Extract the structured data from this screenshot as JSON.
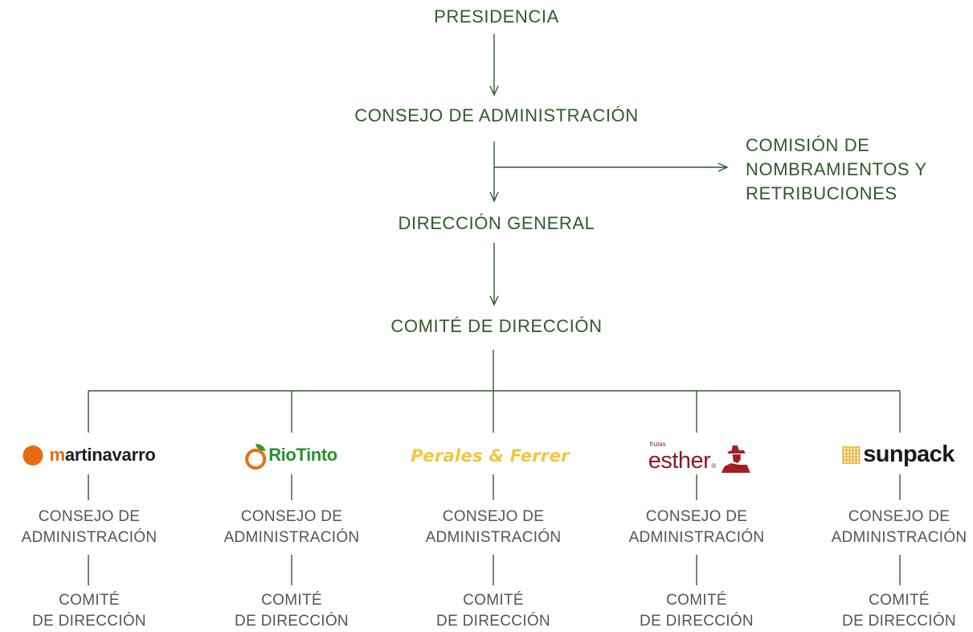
{
  "chart": {
    "presidencia": "PRESIDENCIA",
    "consejo": "CONSEJO DE ADMINISTRACIÓN",
    "comision": [
      "COMISIÓN DE",
      "NOMBRAMIENTOS Y",
      "RETRIBUCIONES"
    ],
    "direccion_general": "DIRECCIÓN GENERAL",
    "comite": "COMITÉ DE DIRECCIÓN"
  },
  "colors": {
    "accent": "#2f5a2a",
    "line": "#2f5a2a",
    "subtext": "#555555"
  },
  "companies": [
    {
      "logo": "martinavarro",
      "logo_icon": "orange-circle-icon"
    },
    {
      "logo": "RioTinto",
      "logo_icon": "orange-leaf-icon"
    },
    {
      "logo": "Perales & Ferrer"
    },
    {
      "logo_small": "frutas",
      "logo": "esther",
      "logo_mark": "®",
      "logo_icon": "man-with-hat-icon"
    },
    {
      "logo": "sunpack",
      "logo_icon": "yellow-grid-icon"
    }
  ],
  "sub_labels": {
    "consejo": [
      "CONSEJO DE",
      "ADMINISTRACIÓN"
    ],
    "comite": [
      "COMITÉ",
      "DE DIRECCIÓN"
    ]
  }
}
